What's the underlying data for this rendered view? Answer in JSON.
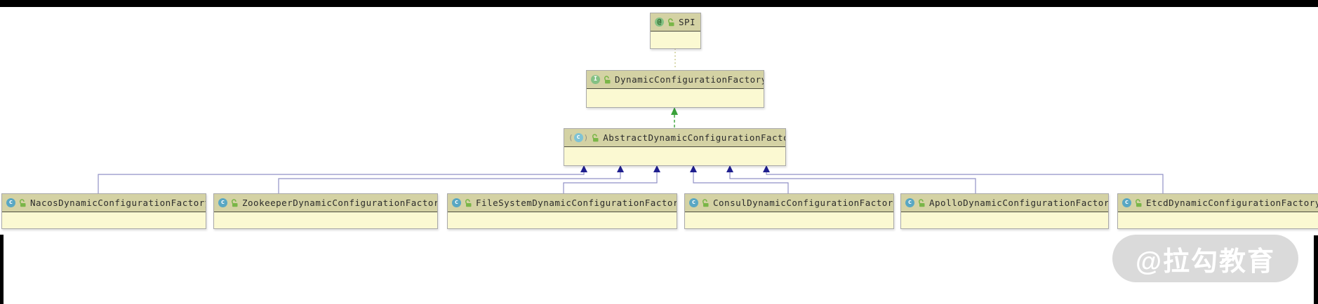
{
  "diagram": {
    "nodes": [
      {
        "label": "SPI",
        "kind": "annotation"
      },
      {
        "label": "DynamicConfigurationFactory",
        "kind": "interface"
      },
      {
        "label": "AbstractDynamicConfigurationFactory",
        "kind": "abstract-class"
      },
      {
        "label": "NacosDynamicConfigurationFactory",
        "kind": "class"
      },
      {
        "label": "ZookeeperDynamicConfigurationFactory",
        "kind": "class"
      },
      {
        "label": "FileSystemDynamicConfigurationFactory",
        "kind": "class"
      },
      {
        "label": "ConsulDynamicConfigurationFactory",
        "kind": "class"
      },
      {
        "label": "ApolloDynamicConfigurationFactory",
        "kind": "class"
      },
      {
        "label": "EtcdDynamicConfigurationFactory",
        "kind": "class"
      }
    ],
    "icon_glyphs": {
      "annotation": "@",
      "interface": "I",
      "class": "c",
      "abstract": "c",
      "paren_left": "(",
      "paren_right": ")"
    },
    "relationships": {
      "extends": "subclasses extend AbstractDynamicConfigurationFactory",
      "implements": "AbstractDynamicConfigurationFactory implements DynamicConfigurationFactory",
      "annotated_by": "DynamicConfigurationFactory annotated with SPI"
    }
  },
  "colors": {
    "node_header_bg": "#d4d2a4",
    "node_body_bg": "#fbf9d2",
    "node_border": "#a9a9a9",
    "header_divider": "#4c4c3f",
    "extends_line": "#9191c6",
    "extends_arrow": "#1f1f8f",
    "implements_arrow": "#3aa23a",
    "annotation_link": "#cdcd96",
    "class_icon": "#59a7c3",
    "interface_icon": "#84c184",
    "lock_icon": "#7ab648"
  },
  "watermark": {
    "text": "@拉勾教育"
  }
}
